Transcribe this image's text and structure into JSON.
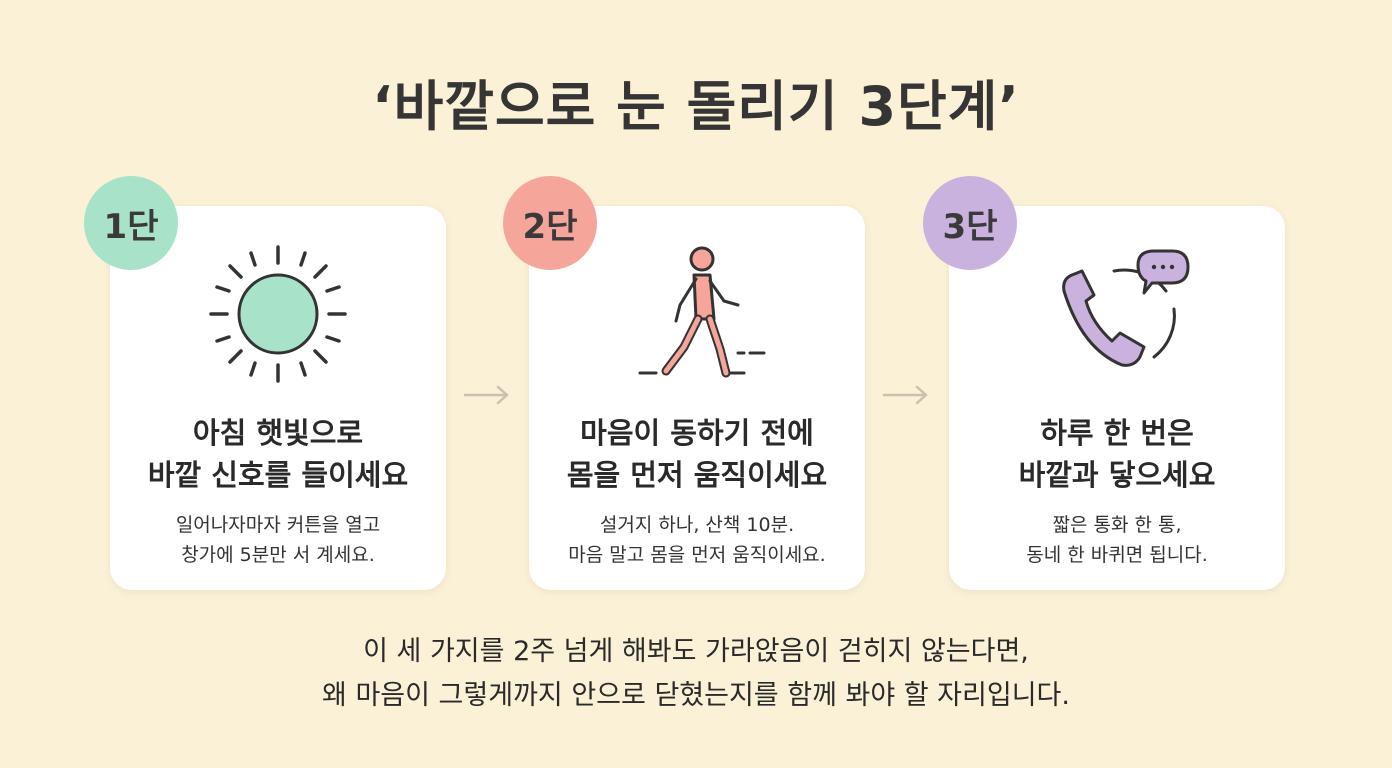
{
  "title": "‘바깥으로 눈 돌리기 3단계’",
  "steps": [
    {
      "badge": "1단",
      "icon": "sun-icon",
      "color": "#a8e2c8",
      "head_line1": "아침 햇빛으로",
      "head_line2": "바깥 신호를 들이세요",
      "body_line1": "일어나자마자 커튼을 열고",
      "body_line2": "창가에 5분만 서 계세요."
    },
    {
      "badge": "2단",
      "icon": "walking-person-icon",
      "color": "#f5a59a",
      "head_line1": "마음이 동하기 전에",
      "head_line2": "몸을 먼저 움직이세요",
      "body_line1": "설거지 하나, 산책 10분.",
      "body_line2": "마음 말고 몸을 먼저 움직이세요."
    },
    {
      "badge": "3단",
      "icon": "phone-chat-icon",
      "color": "#c9b2de",
      "head_line1": "하루 한 번은",
      "head_line2": "바깥과 닿으세요",
      "body_line1": "짧은 통화 한 통,",
      "body_line2": "동네 한 바퀴면 됩니다."
    }
  ],
  "footer": {
    "line1": "이 세 가지를 2주 넘게 해봐도 가라앉음이 걷히지 않는다면,",
    "line2": "왜 마음이 그렇게까지 안으로 닫혔는지를 함께 봐야 할 자리입니다."
  },
  "colors": {
    "background": "#fbf1d7",
    "card": "#ffffff",
    "arrow": "#c9c2b0"
  }
}
